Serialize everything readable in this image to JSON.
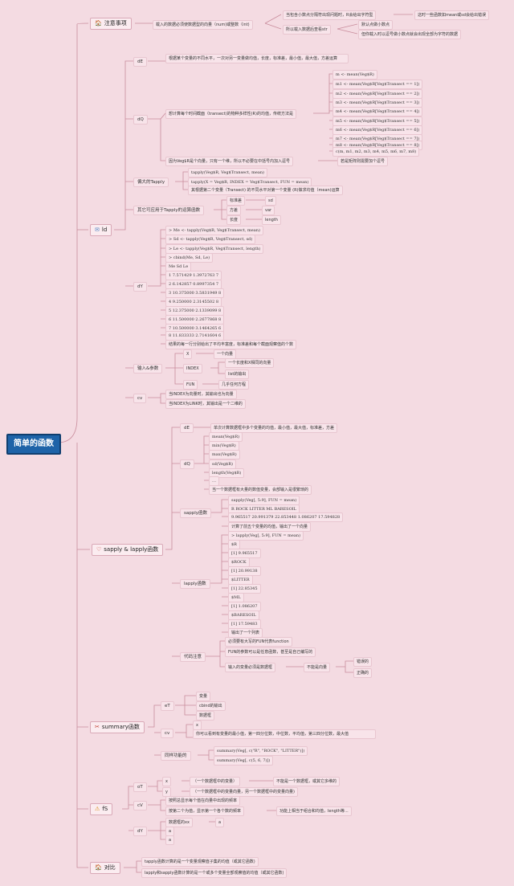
{
  "root": "简单的函数",
  "branches": {
    "notes": {
      "icon": "🏠",
      "label": "注意事项",
      "items": [
        "载入的数据必须使数据型的向量（num)或整数（int)",
        "当包含小数点分隔符出现问题时，R会给出字符型",
        "这时一些函数如mean或sd会给出错误",
        "所以载入数据后查看str",
        "默认点做小数点",
        "但你载入时以逗号做小数点就会出现全部为字符的数据"
      ]
    },
    "ld": {
      "icon": "✉",
      "label": "ld",
      "dE": {
        "label": "dE",
        "text": "根据某个变量的不同水平，一次对另一变量做均值，长度，标准差，最小值，最大值，方差运算"
      },
      "dQ": {
        "label": "dQ",
        "desc": "想计算每个时间截面（transect)的物种多样性(R)的均值，传统方法是",
        "code": [
          "m <- mean(Veg$R)",
          "m1 <- mean(Veg$R[Veg$Transect == 1])",
          "m2 <- mean(Veg$R[Veg$Transect == 2])",
          "m3 <- mean(Veg$R[Veg$Transect == 3])",
          "m4 <- mean(Veg$R[Veg$Transect == 4])",
          "m5 <- mean(Veg$R[Veg$Transect == 5])",
          "m6 <- mean(Veg$R[Veg$Transect == 6])",
          "m7 <- mean(Veg$R[Veg$Transect == 7])",
          "m8 <- mean(Veg$R[Veg$Transect == 8])",
          "c(m, m1, m2, m3, m4, m5, m6, m7, m8)"
        ],
        "note": "因为Veg$R是个向量，只有一个维，所以不必要在中括号内加入逗号",
        "note2": "若是矩阵则需要加个逗号"
      },
      "tapply": {
        "label": "偏大的Tapply",
        "items": [
          "tapply(Veg$R, Veg$Transect, mean)",
          "tapply(X = Veg$R, INDEX = Veg$Transect, FUN = mean)",
          "其根据第二个变量（Transect) 的不同水平对第一个变量 (R)做求均值（mean)运算"
        ]
      },
      "other": {
        "label": "其它可应用于Tapply的运算函数",
        "rows": [
          [
            "标准差",
            "sd"
          ],
          [
            "方差",
            "var"
          ],
          [
            "长度",
            "length"
          ]
        ]
      },
      "dY": {
        "label": "dY",
        "lines": [
          "> Me <- tapply(Veg$R, Veg$Transect, mean)",
          "> Sd <- tapply(Veg$R, Veg$Transect, sd)",
          "> Le <- tapply(Veg$R, Veg$Transect, length)",
          "> cbind(Me, Sd, Le)",
          "Me Sd Le",
          "1 7.571429 1.3972763 7",
          "2 6.142857 0.8997354 7",
          "3 10.375000 3.5831949 8",
          "4 9.250000 2.3145502 8",
          "5 12.375000 2.1339099 8",
          "6 11.500000 2.2677868 8",
          "7 10.500000 3.1464265 6",
          "8 11.833333 2.7141604 6",
          "结果的每一行分别给出了平均丰富度，标准差和每个截面观察值的个数"
        ]
      },
      "args": {
        "label": "输入&参数",
        "X": "X",
        "X_desc": "一个向量",
        "INDEX": "INDEX",
        "INDEX_desc": [
          "一个长度和X相同的向量",
          "list的输出"
        ],
        "FUN": "FUN",
        "FUN_desc": "几乎任何方程"
      },
      "cv": {
        "label": "cv",
        "items": [
          "当INDEX为向量时，其输出也为向量",
          "当INDEX为LINK时，其输出是一个二维的"
        ]
      }
    },
    "sapply": {
      "icon": "♡",
      "label": "sapply & lapply函数",
      "dE": {
        "label": "dE",
        "text": "单次计算数据框中多个变量的均值，最小值，最大值，标准差，方差"
      },
      "dQ": {
        "label": "dQ",
        "items": [
          "mean(Veg$R)",
          "min(Veg$R)",
          "max(Veg$R)",
          "sd(Veg$R)",
          "length(Veg$R)",
          "…",
          "当一个数据框有大量的数值变量，会部输入是很繁琐的"
        ]
      },
      "sapplyfn": {
        "label": "sapply函数",
        "items": [
          "sapply(Veg[, 5:9], FUN = mean)",
          "R ROCK LITTER ML BARESOIL",
          "9.965517 20.991379 22.853448 1.086207 17.594828",
          "计算了前五个变量的均值，输出了一个向量"
        ]
      },
      "lapplyfn": {
        "label": "lapply函数",
        "items": [
          "> lapply(Veg[, 5:9], FUN = mean)",
          "$R",
          "[1] 9.965517",
          "$ROCK",
          "[1] 20.99138",
          "$LITTER",
          "[1] 22.85345",
          "$ML",
          "[1] 1.086207",
          "$BARESOIL",
          "[1] 17.59483",
          "输出了一个列表"
        ]
      },
      "code": {
        "label": "代码注意",
        "items": [
          "必须要有大写的FUN代表function",
          "FUN的参数可以是任意函数，甚至是自己编写的",
          "输入的变量必须是数据框"
        ],
        "not": "不能是向量",
        "wrong": "错误的",
        "right": "正确的"
      }
    },
    "summary": {
      "icon": "✂",
      "label": "summary函数",
      "eT": {
        "label": "eT",
        "items": [
          "变量",
          "cbind的输出",
          "数据框"
        ]
      },
      "cv": {
        "label": "cv",
        "items": [
          "x",
          "你可以看到有变量的最小值，第一四分位数，中位数，平均值，第三四分位数，最大值"
        ]
      },
      "same": {
        "label": "同样功能的",
        "items": [
          "summary(Veg[, c(\"R\", \"ROCK\", \"LITTER\")])",
          "summary(Veg[, c(5, 6, 7)])"
        ]
      }
    },
    "fS": {
      "icon": "⚠",
      "label": "fS",
      "oT": {
        "label": "oT",
        "rows": [
          [
            "x",
            "（一个数据框中的变量）",
            "不能是一个数据框，或其它多维的"
          ],
          [
            "y",
            "（一个数据框中的变量向量，另一个数据框中的变量向量)"
          ]
        ]
      },
      "cV": {
        "label": "cV",
        "items": [
          "按照总显示每个值在向量中出现的频率",
          "按第二个为值，显示第一个各个数的频率",
          "功能上相当于组合和均值，length等..."
        ]
      },
      "dY": {
        "label": "dY",
        "items": [
          "数据框的xx",
          "a",
          "a",
          "a"
        ]
      }
    },
    "compare": {
      "icon": "🏠",
      "label": "对比",
      "items": [
        "tapply函数计算的是一个变量观察值子集的均值（或其它函数)",
        "lapply和sapply函数计算的是一个或多个变量全部观察值的均值（或其它函数)"
      ]
    }
  }
}
